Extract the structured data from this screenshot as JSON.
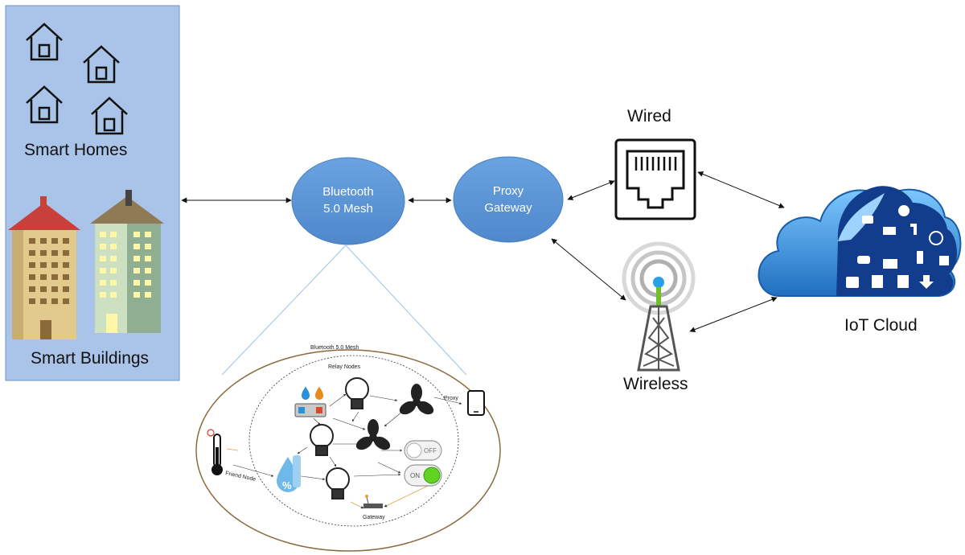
{
  "diagram": {
    "left_panel": {
      "homes_label": "Smart Homes",
      "buildings_label": "Smart Buildings"
    },
    "nodes": {
      "mesh_line1": "Bluetooth",
      "mesh_line2": "5.0 Mesh",
      "proxy_line1": "Proxy",
      "proxy_line2": "Gateway",
      "wired_label": "Wired",
      "wireless_label": "Wireless",
      "cloud_label": "IoT Cloud"
    },
    "mesh_detail": {
      "title": "Bluetooth 5.0 Mesh",
      "relay_label": "Relay Nodes",
      "proxy_label": "Proxy",
      "friend_label": "Friend Node",
      "gateway_label": "Gateway",
      "off_label": "OFF",
      "on_label": "ON"
    },
    "colors": {
      "panel_fill": "#a9c4e8",
      "node_fill": "#5b95d6",
      "cloud_blue": "#2f86d1",
      "cloud_navy": "#123c8c"
    }
  }
}
